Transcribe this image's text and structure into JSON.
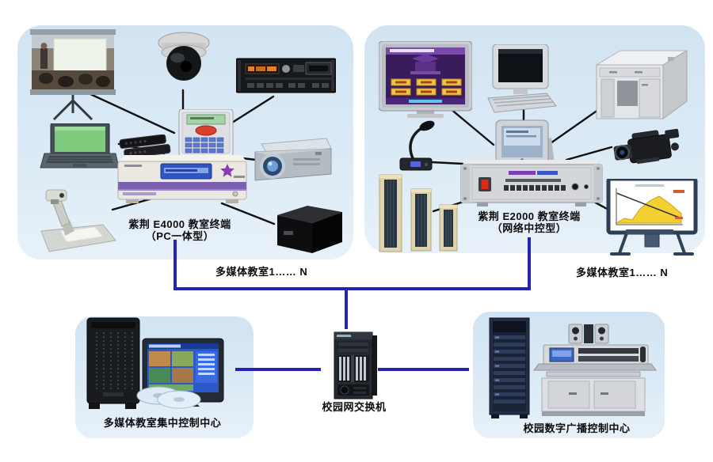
{
  "diagram": {
    "left_room": {
      "terminal_name": "紫荆 E4000 教室终端",
      "terminal_type": "（PC一体型）",
      "room_label": "多媒体教室1…… N",
      "devices": [
        "projection-screen",
        "dome-camera",
        "cassette-deck",
        "laptop",
        "document-camera",
        "projector",
        "speaker-box",
        "remote-controls",
        "control-keypad",
        "e4000-terminal"
      ]
    },
    "right_room": {
      "terminal_name": "紫荆 E2000 教室终端",
      "terminal_type": "（网络中控型）",
      "room_label": "多媒体教室1…… N",
      "devices": [
        "plasma-tv",
        "desktop-computer",
        "podium",
        "gooseneck-microphone",
        "column-speakers",
        "camcorder",
        "interactive-whiteboard",
        "touch-panel",
        "e2000-terminal"
      ]
    },
    "backbone": {
      "classroom_center_label": "多媒体教室集中控制中心",
      "switch_label": "校园网交换机",
      "broadcast_center_label": "校园数字广播控制中心",
      "devices": [
        "server-tower",
        "monitoring-pc",
        "cd-discs",
        "network-switch",
        "broadcast-rack",
        "control-console",
        "monitor-speakers"
      ]
    },
    "colors": {
      "page_bg": "#ffffff",
      "panel_bg_top": "#d2e3f1",
      "panel_bg_bottom": "#e8f1f8",
      "connector_blue": "#2424b4",
      "connector_black": "#101010"
    }
  }
}
